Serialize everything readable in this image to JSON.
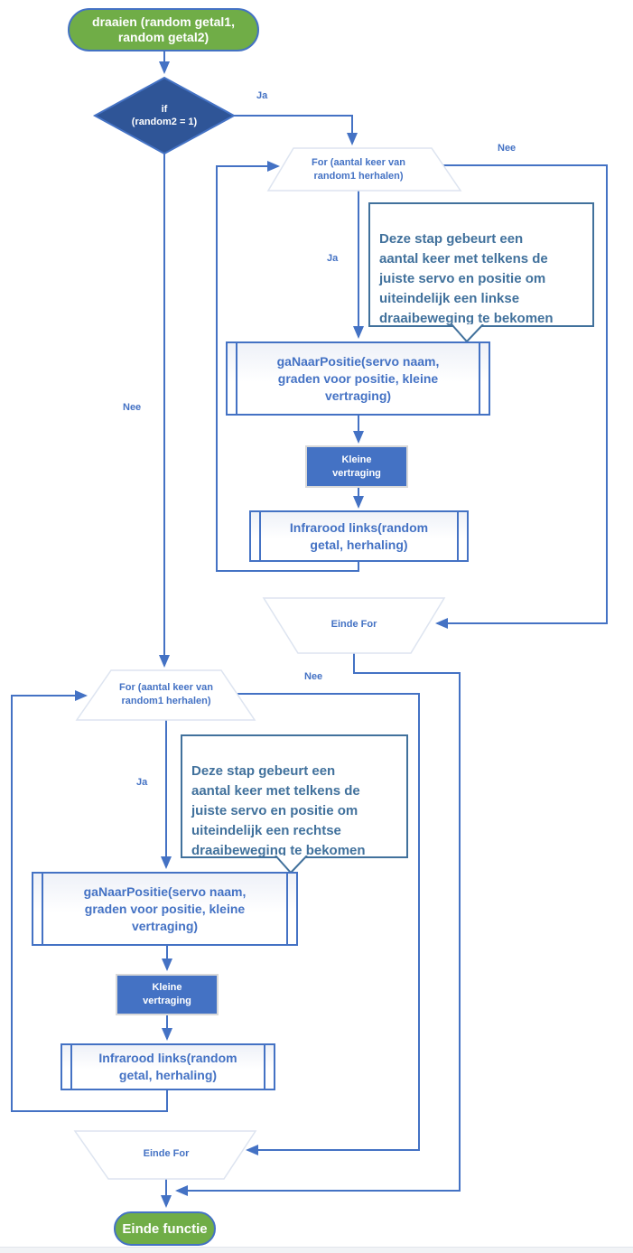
{
  "diagram": {
    "colors": {
      "connector_blue": "#4472C4",
      "diamond_fill": "#2F5597",
      "terminator_green": "#70AD47",
      "callout_blue": "#41719C"
    },
    "nodes": {
      "start": "draaien (random getal1,\nrandom getal2)",
      "if_condition": "if\n(random2 = 1)",
      "for_loop_1": "For (aantal keer van\nrandom1 herhalen)",
      "callout_left_turn": "Deze stap gebeurt een\naantal keer met telkens de\njuiste servo en positie om\nuiteindelijk een linkse\ndraaibeweging te bekomen",
      "go_to_position_1": "gaNaarPositie(servo naam,\ngraden voor positie, kleine\nvertraging)",
      "small_delay_1": "Kleine\nvertraging",
      "infrared_1": "Infrarood links(random\ngetal, herhaling)",
      "end_for_1": "Einde For",
      "for_loop_2": "For (aantal keer van\nrandom1 herhalen)",
      "callout_right_turn": "Deze stap gebeurt een\naantal keer met telkens de\njuiste servo en positie om\nuiteindelijk een rechtse\ndraaibeweging te bekomen",
      "go_to_position_2": "gaNaarPositie(servo naam,\ngraden voor positie, kleine\nvertraging)",
      "small_delay_2": "Kleine\nvertraging",
      "infrared_2": "Infrarood links(random\ngetal, herhaling)",
      "end_for_2": "Einde For",
      "end": "Einde functie"
    },
    "labels": {
      "ja_if": "Ja",
      "nee_if": "Nee",
      "ja_loop1": "Ja",
      "nee_loop1": "Nee",
      "ja_loop2": "Ja",
      "nee_loop2": "Nee"
    }
  }
}
